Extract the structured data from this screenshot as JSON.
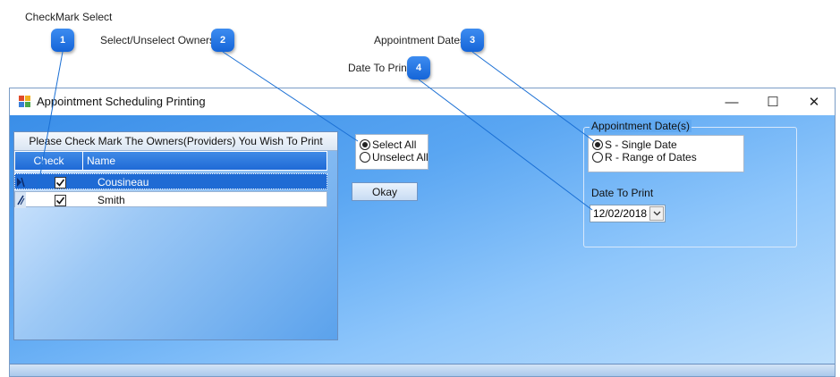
{
  "callouts": [
    {
      "number": "1",
      "label": "CheckMark Select"
    },
    {
      "number": "2",
      "label": "Select/Unselect Owners"
    },
    {
      "number": "3",
      "label": "Appointment Dates"
    },
    {
      "number": "4",
      "label": "Date To Print"
    }
  ],
  "window": {
    "title": "Appointment Scheduling Printing",
    "minimize_glyph": "—",
    "maximize_glyph": "☐",
    "close_glyph": "✕"
  },
  "grid": {
    "caption": "Please Check Mark The Owners(Providers) You Wish To Print",
    "columns": [
      "Check",
      "Name"
    ],
    "rows": [
      {
        "checked": true,
        "name": "Cousineau",
        "selected": true
      },
      {
        "checked": true,
        "name": "Smith",
        "selected": false
      }
    ]
  },
  "owner_selection": {
    "options": [
      "Select All",
      "Unselect All"
    ],
    "selected": "Select All"
  },
  "okay_button": "Okay",
  "appointment": {
    "group_title": "Appointment Date(s)",
    "options": [
      "S - Single Date",
      "R - Range of Dates"
    ],
    "selected": "S - Single Date",
    "date_label": "Date To Print",
    "date_value": "12/02/2018"
  },
  "colors": {
    "badge": "#1f72e0",
    "callout_line": "#1a6fd4",
    "grid_header": "#2f7ae0",
    "selected_row": "#1f6bd4"
  }
}
